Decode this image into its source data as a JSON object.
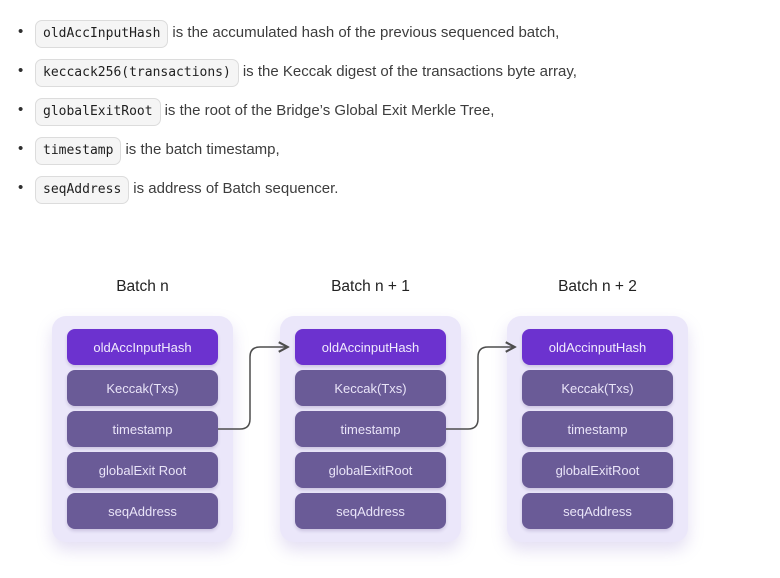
{
  "bullets": [
    {
      "code": "oldAccInputHash",
      "text": "is the accumulated hash of the previous sequenced batch,"
    },
    {
      "code": "keccack256(transactions)",
      "text": "is the Keccak digest of the transactions byte array,"
    },
    {
      "code": "globalExitRoot",
      "text": "is the root of the Bridge’s Global Exit Merkle Tree,"
    },
    {
      "code": "timestamp",
      "text": "is the batch timestamp,"
    },
    {
      "code": "seqAddress",
      "text": "is address of Batch sequencer."
    }
  ],
  "diagram": {
    "columns": [
      {
        "title": "Batch n",
        "rows": [
          "oldAccInputHash",
          "Keccak(Txs)",
          "timestamp",
          "globalExit Root",
          "seqAddress"
        ]
      },
      {
        "title": "Batch n + 1",
        "rows": [
          "oldAccinputHash",
          "Keccak(Txs)",
          "timestamp",
          "globalExitRoot",
          "seqAddress"
        ]
      },
      {
        "title": "Batch n + 2",
        "rows": [
          "oldAccinputHash",
          "Keccak(Txs)",
          "timestamp",
          "globalExitRoot",
          "seqAddress"
        ]
      }
    ],
    "colors": {
      "highlight_row": "#6c32cf",
      "row": "#6a5b97",
      "card_background": "#ebe7fa",
      "arrow": "#4d4d4d",
      "chip_background": "#f5f5f5",
      "body_text": "#3d3d3d"
    }
  }
}
